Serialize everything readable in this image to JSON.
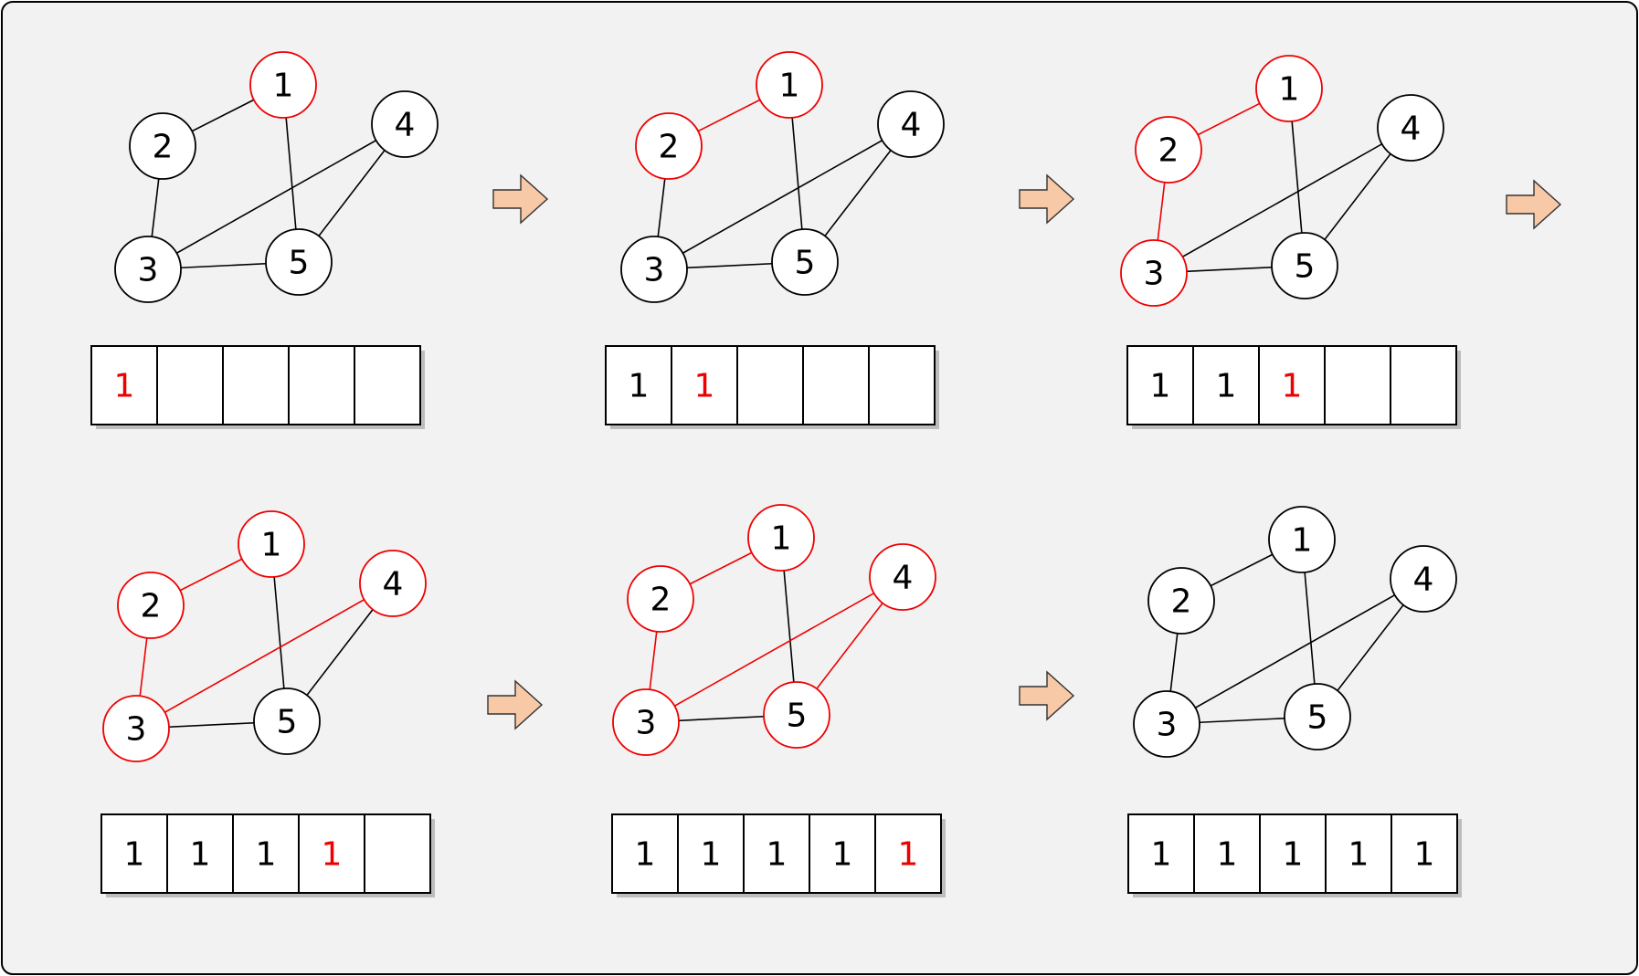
{
  "colors": {
    "panel_bg": "#f2f2f2",
    "panel_border": "#000000",
    "highlight": "#ee0000",
    "normal": "#000000",
    "node_fill": "#ffffff",
    "arrow_fill": "#f8c9a6",
    "arrow_stroke": "#333333",
    "shadow": "#bdbdbd"
  },
  "steps": [
    {
      "visited_nodes": [
        1
      ],
      "red_edges": [],
      "array": [
        "1",
        "",
        "",
        "",
        ""
      ],
      "red_cells": [
        0
      ]
    },
    {
      "visited_nodes": [
        1,
        2
      ],
      "red_edges": [
        [
          1,
          2
        ]
      ],
      "array": [
        "1",
        "1",
        "",
        "",
        ""
      ],
      "red_cells": [
        1
      ]
    },
    {
      "visited_nodes": [
        1,
        2,
        3
      ],
      "red_edges": [
        [
          1,
          2
        ],
        [
          2,
          3
        ]
      ],
      "array": [
        "1",
        "1",
        "1",
        "",
        ""
      ],
      "red_cells": [
        2
      ]
    },
    {
      "visited_nodes": [
        1,
        2,
        3,
        4
      ],
      "red_edges": [
        [
          1,
          2
        ],
        [
          2,
          3
        ],
        [
          3,
          4
        ]
      ],
      "array": [
        "1",
        "1",
        "1",
        "1",
        ""
      ],
      "red_cells": [
        3
      ]
    },
    {
      "visited_nodes": [
        1,
        2,
        3,
        4,
        5
      ],
      "red_edges": [
        [
          1,
          2
        ],
        [
          2,
          3
        ],
        [
          3,
          4
        ],
        [
          4,
          5
        ]
      ],
      "array": [
        "1",
        "1",
        "1",
        "1",
        "1"
      ],
      "red_cells": [
        4
      ]
    },
    {
      "visited_nodes": [],
      "red_edges": [],
      "array": [
        "1",
        "1",
        "1",
        "1",
        "1"
      ],
      "red_cells": []
    }
  ],
  "graph": {
    "nodes": [
      "1",
      "2",
      "3",
      "4",
      "5"
    ],
    "edges": [
      [
        1,
        2
      ],
      [
        1,
        5
      ],
      [
        2,
        3
      ],
      [
        3,
        5
      ],
      [
        3,
        4
      ],
      [
        4,
        5
      ]
    ]
  }
}
